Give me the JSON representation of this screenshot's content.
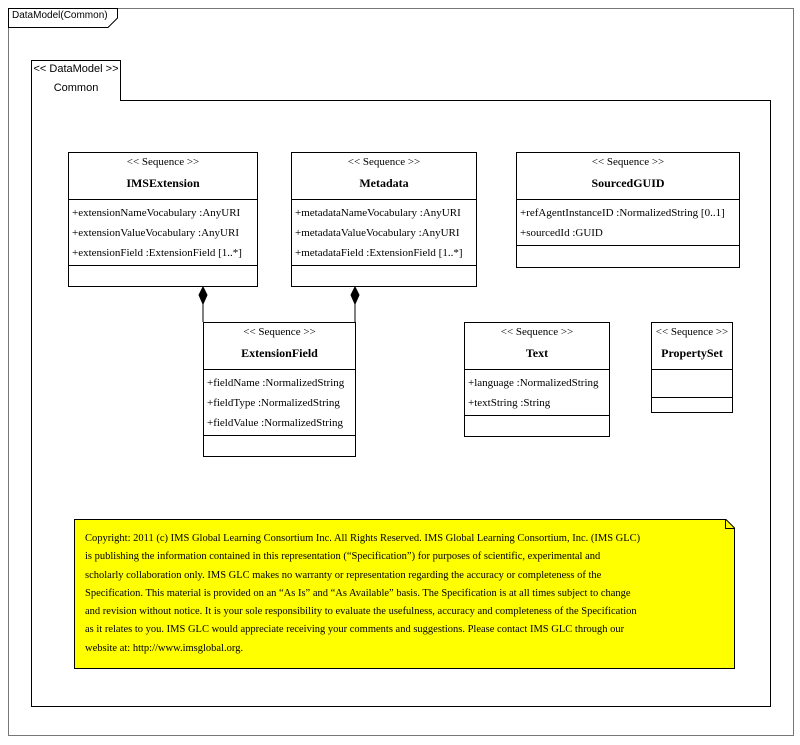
{
  "frame": {
    "title": "DataModel(Common)"
  },
  "package": {
    "stereotype": "<< DataModel >>",
    "name": "Common"
  },
  "classes": {
    "ims_extension": {
      "stereotype": "<< Sequence >>",
      "name": "IMSExtension",
      "attributes": [
        "+extensionNameVocabulary  :AnyURI",
        "+extensionValueVocabulary  :AnyURI",
        "+extensionField  :ExtensionField  [1..*]"
      ]
    },
    "metadata": {
      "stereotype": "<< Sequence >>",
      "name": "Metadata",
      "attributes": [
        "+metadataNameVocabulary  :AnyURI",
        "+metadataValueVocabulary  :AnyURI",
        "+metadataField  :ExtensionField  [1..*]"
      ]
    },
    "sourced_guid": {
      "stereotype": "<< Sequence >>",
      "name": "SourcedGUID",
      "attributes": [
        "+refAgentInstanceID  :NormalizedString  [0..1]",
        "+sourcedId :GUID"
      ]
    },
    "extension_field": {
      "stereotype": "<< Sequence >>",
      "name": "ExtensionField",
      "attributes": [
        "+fieldName  :NormalizedString",
        "+fieldType  :NormalizedString",
        "+fieldValue  :NormalizedString"
      ]
    },
    "text": {
      "stereotype": "<< Sequence >>",
      "name": "Text",
      "attributes": [
        "+language  :NormalizedString",
        "+textString  :String"
      ]
    },
    "property_set": {
      "stereotype": "<< Sequence >>",
      "name": "PropertySet",
      "attributes": []
    }
  },
  "note": {
    "text": "Copyright: 2011 (c) IMS Global Learning Consortium Inc.  All Rights Reserved.  IMS Global Learning Consortium, Inc. (IMS GLC)\nis publishing the information contained in this representation (“Specification”) for purposes of scientific, experimental and\nscholarly collaboration only.  IMS GLC makes no warranty or representation regarding  the accuracy or completeness of the\nSpecification.  This material is provided on an “As Is” and “As Available” basis.  The Specification is at all times subject to change\nand revision without notice.  It is your sole responsibility to evaluate the usefulness, accuracy and completeness of the Specification\nas it relates to you.  IMS GLC would appreciate receiving your comments and suggestions.  Please contact IMS GLC through our\nwebsite at: http://www.imsglobal.org.",
    "color": "#ffff00"
  }
}
